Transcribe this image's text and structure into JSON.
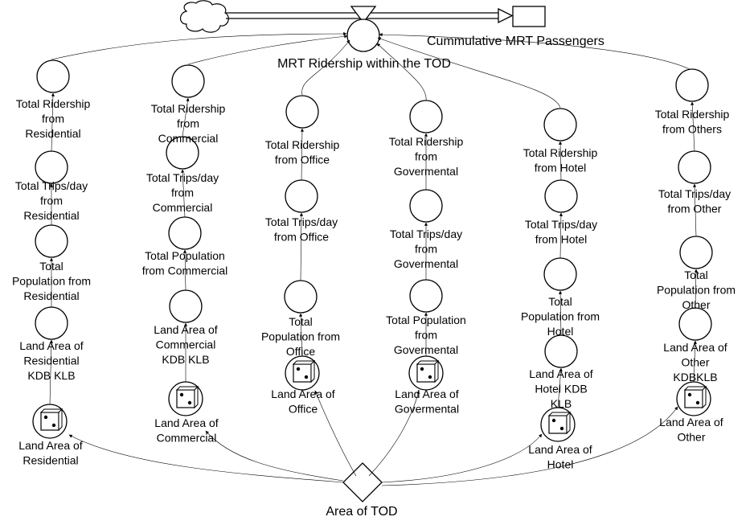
{
  "diagram": {
    "stock_label": "Cummulative MRT Passengers",
    "flow_label": "MRT Ridership within the TOD",
    "area_label": "Area of TOD"
  },
  "columns": [
    {
      "id": "residential",
      "input": [
        "Land Area of",
        "Residential"
      ],
      "land_kdb": [
        "Land Area of",
        "Residential",
        "KDB KLB"
      ],
      "population": [
        "Total",
        "Population from",
        "Residential"
      ],
      "trips": [
        "Total Trips/day",
        "from",
        "Residential"
      ],
      "ridership": [
        "Total Ridership",
        "from",
        "Residential"
      ]
    },
    {
      "id": "commercial",
      "input": [
        "Land Area of",
        "Commercial"
      ],
      "land_kdb": [
        "Land Area of",
        "Commercial",
        "KDB KLB"
      ],
      "population": [
        "Total Population",
        "from Commercial"
      ],
      "trips": [
        "Total Trips/day",
        "from",
        "Commercial"
      ],
      "ridership": [
        "Total Ridership",
        "from",
        "Commercial"
      ]
    },
    {
      "id": "office",
      "input": [
        "Land Area of",
        "Office"
      ],
      "population": [
        "Total",
        "Population from",
        "Office"
      ],
      "trips": [
        "Total Trips/day",
        "from Office"
      ],
      "ridership": [
        "Total Ridership",
        "from Office"
      ]
    },
    {
      "id": "govermental",
      "input": [
        "Land Area of",
        "Govermental"
      ],
      "population": [
        "Total Population",
        "from",
        "Govermental"
      ],
      "trips": [
        "Total Trips/day",
        "from",
        "Govermental"
      ],
      "ridership": [
        "Total Ridership",
        "from",
        "Govermental"
      ]
    },
    {
      "id": "hotel",
      "input": [
        "Land Area of",
        "Hotel"
      ],
      "land_kdb": [
        "Land Area of",
        "Hotel KDB",
        "KLB"
      ],
      "population": [
        "Total",
        "Population from",
        "Hotel"
      ],
      "trips": [
        "Total Trips/day",
        "from Hotel"
      ],
      "ridership": [
        "Total Ridership",
        "from Hotel"
      ]
    },
    {
      "id": "other",
      "input": [
        "Land Area of",
        "Other"
      ],
      "land_kdb": [
        "Land Area of",
        "Other",
        "KDBKLB"
      ],
      "population": [
        "Total",
        "Population from",
        "Other"
      ],
      "trips": [
        "Total Trips/day",
        "from Other"
      ],
      "ridership": [
        "Total Ridership",
        "from Others"
      ]
    }
  ]
}
